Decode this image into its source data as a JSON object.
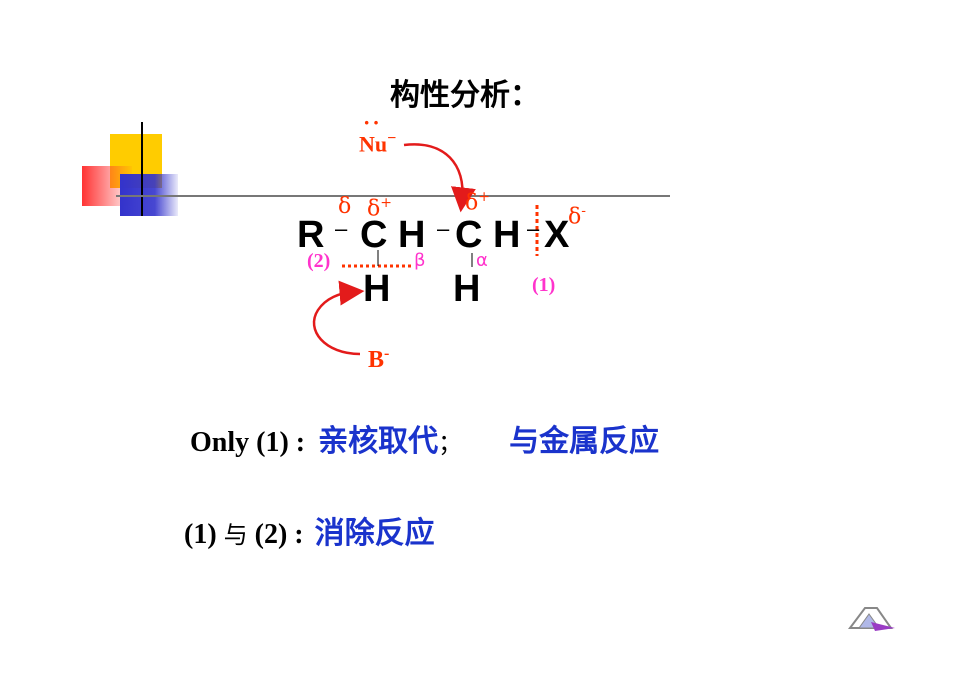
{
  "title": "构性分析：",
  "molecule": {
    "r": "R",
    "c1": "C",
    "h1": "H",
    "c2": "C",
    "h2": "H",
    "x": "X",
    "h_bottom_1": "H",
    "h_bottom_2": "H",
    "bond": "–"
  },
  "charges": {
    "delta_1": "δ",
    "delta_2": "δ",
    "delta_2_sign": "+",
    "delta_3": "δ",
    "delta_3_sign": "+",
    "delta_4": "δ",
    "delta_4_sign": "-"
  },
  "reagents": {
    "nucleophile_dots": "··",
    "nucleophile": "Nu",
    "nucleophile_charge": "−",
    "base": "B",
    "base_charge": "-"
  },
  "labels": {
    "site_2": "(2)",
    "site_1": "(1)",
    "beta": "β",
    "alpha": "α"
  },
  "rows": [
    {
      "prefix": "Only (1) :",
      "text_1": "亲核取代",
      "separator": "；",
      "text_2": "与金属反应"
    },
    {
      "prefix_a": "(1)",
      "prefix_mid": "与",
      "prefix_b": "(2) :",
      "text_1": "消除反应"
    }
  ],
  "colors": {
    "red": "#ff3300",
    "magenta": "#ff33cc",
    "blue": "#1a33cc",
    "deco_yellow": "#ffcc00",
    "deco_blue": "#3333cc"
  },
  "icons": {
    "nav": "return-arrow-icon"
  }
}
